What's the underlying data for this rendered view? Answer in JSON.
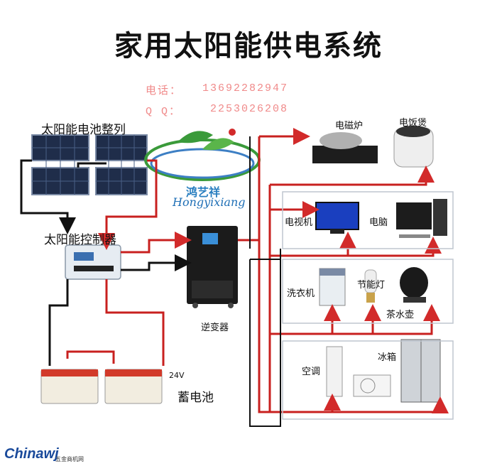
{
  "title": "家用太阳能供电系统",
  "contact": {
    "phone_label": "电话：",
    "phone": "13692282947",
    "qq_label": "Q   Q：",
    "qq": "2253026208"
  },
  "brand": {
    "cn": "鸿艺祥",
    "en": "Hongyixiang"
  },
  "components": {
    "solar_array": "太阳能电池整列",
    "controller": "太阳能控制器",
    "inverter": "逆变器",
    "battery": "蓄电池",
    "battery_voltage": "24V"
  },
  "appliances": {
    "induction_cooker": "电磁炉",
    "rice_cooker": "电饭煲",
    "tv": "电视机",
    "computer": "电脑",
    "washing_machine": "洗衣机",
    "energy_lamp": "节能灯",
    "kettle": "茶水壶",
    "air_conditioner": "空调",
    "fridge": "冰箱"
  },
  "footer": {
    "logo": "Chinawj",
    "sub": "五金商机网"
  },
  "colors": {
    "positive_wire": "#c8201f",
    "negative_wire": "#111111",
    "arrow_red": "#d22a2a",
    "title": "#111111"
  }
}
